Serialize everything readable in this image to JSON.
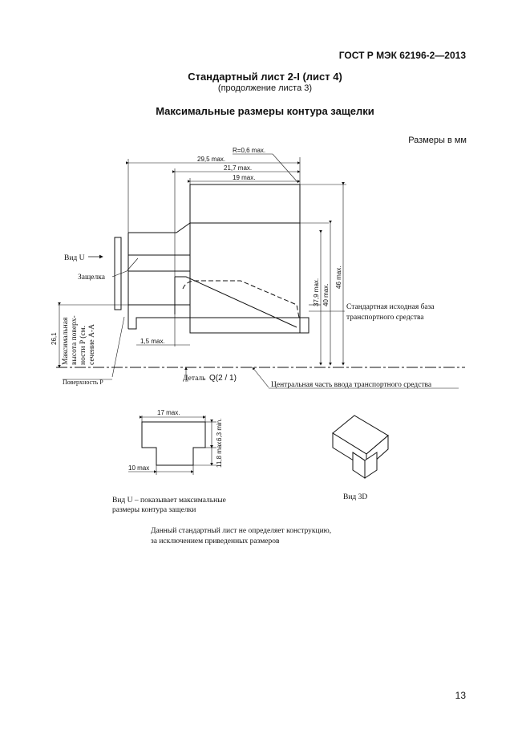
{
  "header": {
    "standard": "ГОСТ Р МЭК 62196-2—2013"
  },
  "titles": {
    "sheet": "Стандартный лист 2-I (лист 4)",
    "continuation": "(продолжение листа 3)",
    "section": "Максимальные размеры контура защелки",
    "units": "Размеры в мм"
  },
  "drawing": {
    "radius": "R=0,6 max.",
    "dim_29_5": "29,5 max.",
    "dim_21_7": "21,7 max.",
    "dim_19": "19 max.",
    "dim_37_9": "37,9 max.",
    "dim_40": "40 max.",
    "dim_46": "46 max.",
    "dim_1_5": "1,5 max.",
    "dim_26_1": "26,1",
    "view_u": "Вид U",
    "latch": "Защелка",
    "max_height": [
      "Максимальная",
      "высота поверх-",
      "ности P (см.",
      "сечение А-А"
    ],
    "surface_p": "Поверхность P",
    "detail": "Деталь",
    "detail_ref": "Q(2 / 1)",
    "central_part": "Центральная часть ввода транспортного средства",
    "ref_base": [
      "Стандартная исходная база",
      "транспортного средства"
    ]
  },
  "detail_u": {
    "dim_17": "17 max.",
    "dim_6_3": "6,3 min.",
    "dim_11_8": "11,8 max.",
    "dim_10": "10 max",
    "caption": [
      "Вид U – показывает максимальные",
      "размеры контура защелки"
    ]
  },
  "view_3d": {
    "caption": "Вид 3D"
  },
  "note": [
    "Данный стандартный лист не определяет конструкцию,",
    "за исключением приведенных размеров"
  ],
  "page_number": "13"
}
